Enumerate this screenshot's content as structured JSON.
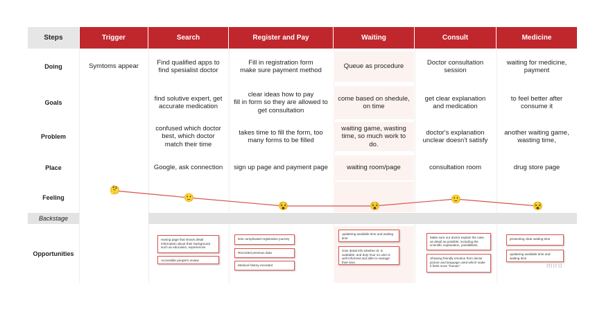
{
  "header": {
    "steps_label": "Steps",
    "columns": [
      "Trigger",
      "Search",
      "Register and Pay",
      "Waiting",
      "Consult",
      "Medicine"
    ]
  },
  "rows": {
    "doing": {
      "label": "Doing",
      "cells": [
        "Symtoms appear",
        "Find qualified apps to find spesialist doctor",
        "Fill in registration form\nmake sure payment method",
        "Queue as procedure",
        "Doctor consultation session",
        "waiting for medicine, payment"
      ]
    },
    "goals": {
      "label": "Goals",
      "cells": [
        "",
        "find solutive expert, get accurate medication",
        "clear ideas how to pay\nfill in form so they are allowed to get consultation",
        "come based on shedule, on time",
        "get clear explanation and medication",
        "to feel better after consume it"
      ]
    },
    "problem": {
      "label": "Problem",
      "cells": [
        "",
        "confused which doctor best, which doctor match their time",
        "takes time to fill the form, too many forms to be filled",
        "waiting game, wasting time, so much work to do.",
        "doctor's explanation unclear doesn't satisfy",
        "another waiting game, wasting time,"
      ]
    },
    "place": {
      "label": "Place",
      "cells": [
        "",
        "Google, ask connection",
        "sign up page and payment page",
        "waiting room/page",
        "consultation room",
        "drug store page"
      ]
    },
    "feeling": {
      "label": "Feeling",
      "emojis": [
        "🤔",
        "🙂",
        "😵",
        "😵",
        "🙂",
        "😵"
      ],
      "emoji_names": [
        "thinking-face-icon",
        "slightly-smiling-face-icon",
        "dizzy-face-icon",
        "dizzy-face-icon",
        "slightly-smiling-face-icon",
        "dizzy-face-icon"
      ],
      "line_color": "#d9534f"
    }
  },
  "backstage": {
    "label": "Backstage"
  },
  "opportunities": {
    "label": "Opportunities",
    "columns": [
      [],
      [
        "Having page that shows detail information about their background such as education, experiences",
        "Accessible people's review"
      ],
      [
        "less complicated registration journey",
        "Recorded previous data",
        "Medical history recorded"
      ],
      [
        "updateing available time and waiting time",
        "Give detail info whether dr. is available, and duty hour so user is well informed and able to manage their time."
      ],
      [
        "Make sure our doctor explain the case as detail as possible, including the scientific explanation, possibilities.",
        "Showing friendly emotion from doctor picture and language used which make it feels more \"human\""
      ],
      [
        "presenting clear waiting time",
        "updateing available time and waiting time"
      ]
    ]
  },
  "brand": {
    "watermark": "miro",
    "accent": "#c0272d"
  }
}
